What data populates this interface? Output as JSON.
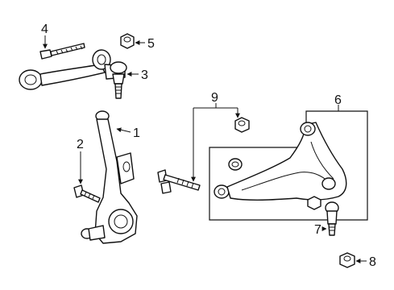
{
  "diagram": {
    "callouts": [
      {
        "id": "c1",
        "text": "1"
      },
      {
        "id": "c2",
        "text": "2"
      },
      {
        "id": "c3",
        "text": "3"
      },
      {
        "id": "c4",
        "text": "4"
      },
      {
        "id": "c5",
        "text": "5"
      },
      {
        "id": "c6",
        "text": "6"
      },
      {
        "id": "c7",
        "text": "7"
      },
      {
        "id": "c8",
        "text": "8"
      },
      {
        "id": "c9",
        "text": "9"
      }
    ],
    "colors": {
      "line": "#111111",
      "background": "#ffffff"
    }
  }
}
